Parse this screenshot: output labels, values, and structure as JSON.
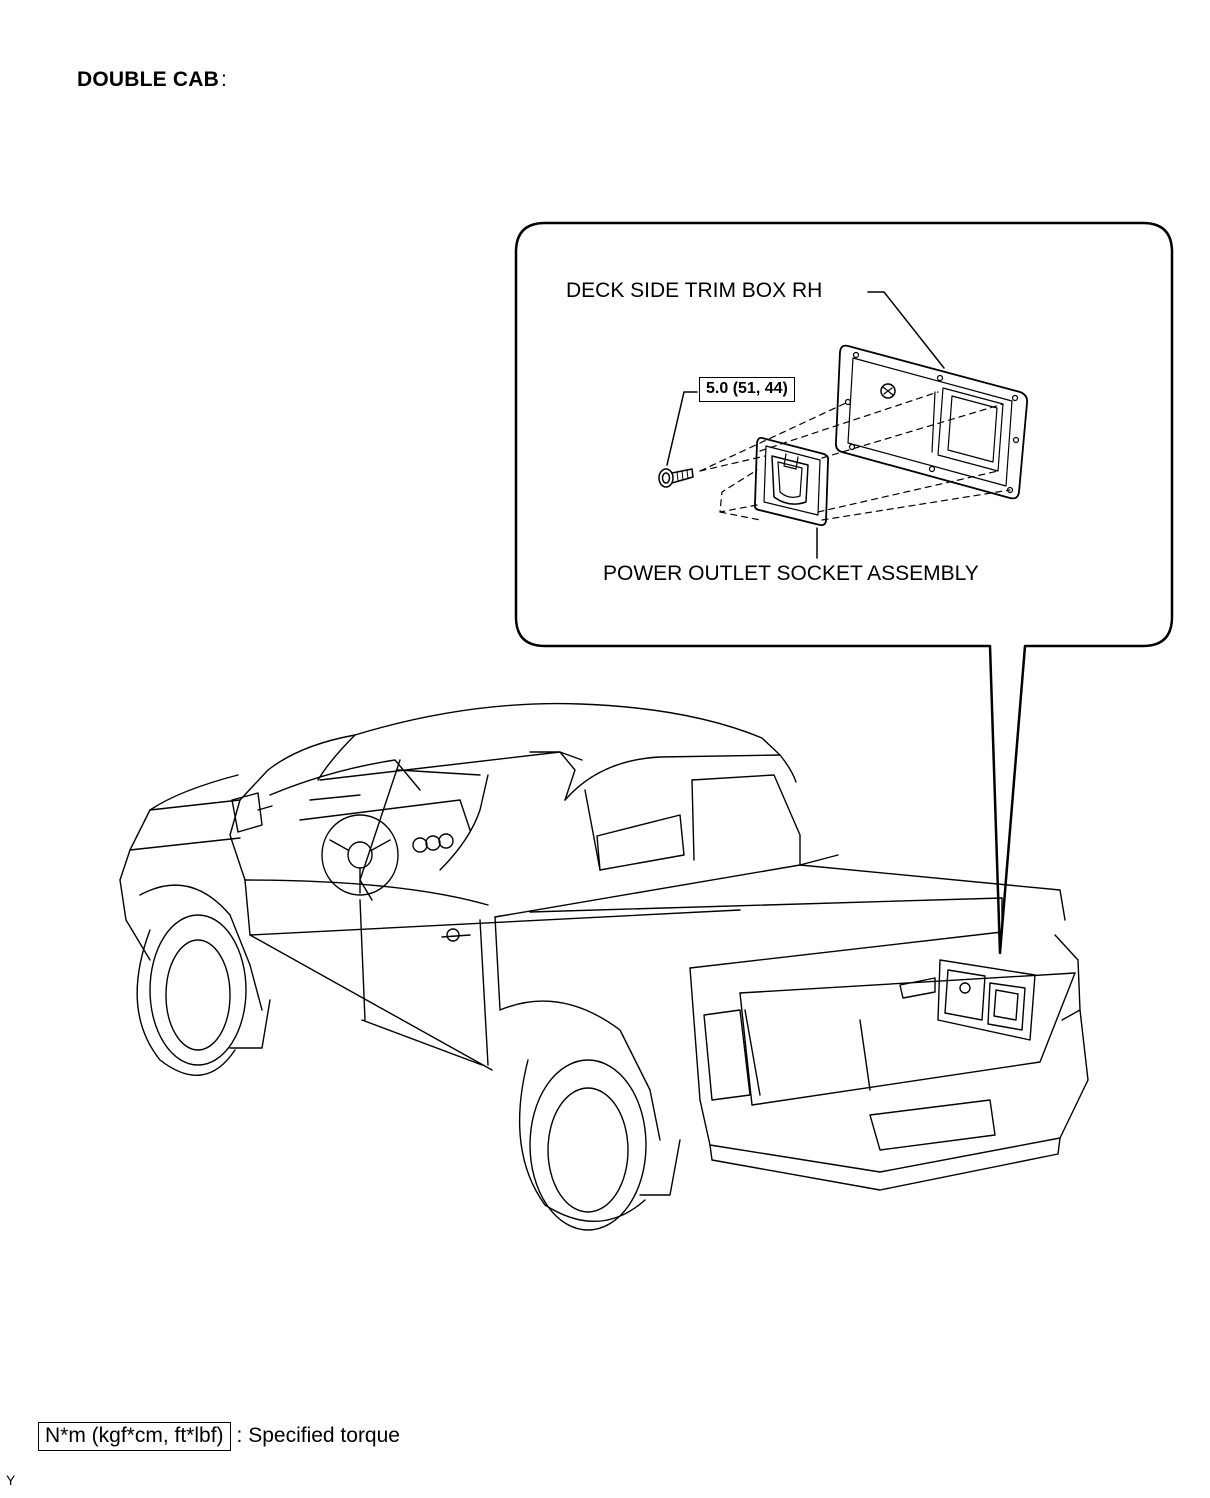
{
  "heading": {
    "title": "DOUBLE CAB",
    "colon": ":"
  },
  "callout": {
    "trim_box_label": "DECK SIDE TRIM BOX RH",
    "socket_label": "POWER OUTLET SOCKET ASSEMBLY",
    "torque_value": "5.0 (51, 44)"
  },
  "legend": {
    "unit": "N*m (kgf*cm, ft*lbf)",
    "description": ": Specified torque"
  },
  "figure_code": "Y"
}
